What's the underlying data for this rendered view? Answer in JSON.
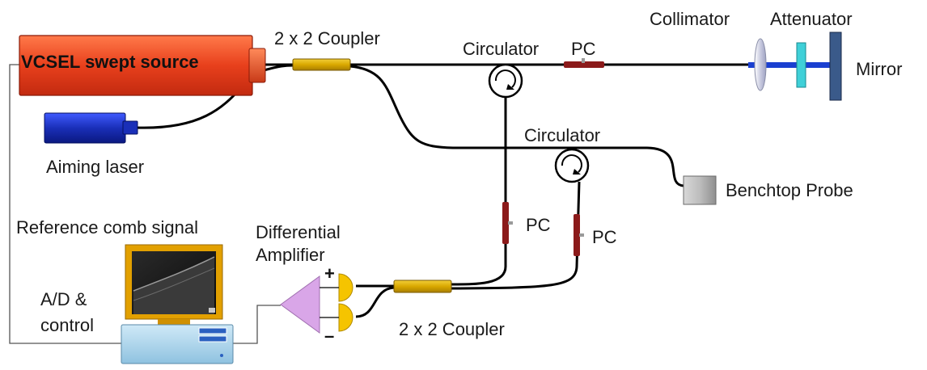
{
  "labels": {
    "source": "VCSEL swept source",
    "coupler_top": "2 x 2 Coupler",
    "circulator_top": "Circulator",
    "pc_top": "PC",
    "collimator": "Collimator",
    "attenuator": "Attenuator",
    "mirror": "Mirror",
    "aiming_laser": "Aiming laser",
    "circulator_mid": "Circulator",
    "benchtop_probe": "Benchtop Probe",
    "pc_left": "PC",
    "pc_right": "PC",
    "reference_comb": "Reference comb signal",
    "diff_amp_line1": "Differential",
    "diff_amp_line2": "Amplifier",
    "ad_control_line1": "A/D &",
    "ad_control_line2": "control",
    "coupler_bottom": "2 x 2 Coupler",
    "plus": "+",
    "minus": "–"
  },
  "colors": {
    "source_fill": "#e8401c",
    "aiming_laser": "#1a2fb8",
    "coupler": "#d9a800",
    "pc": "#8b1a1a",
    "amplifier": "#d9a6e8",
    "detector": "#f5c400",
    "beam": "#1a3fd0",
    "attenuator": "#3fd0d8",
    "mirror": "#3a5a8a",
    "monitor_frame": "#e2a000",
    "computer_box": "#a8d4ec"
  }
}
